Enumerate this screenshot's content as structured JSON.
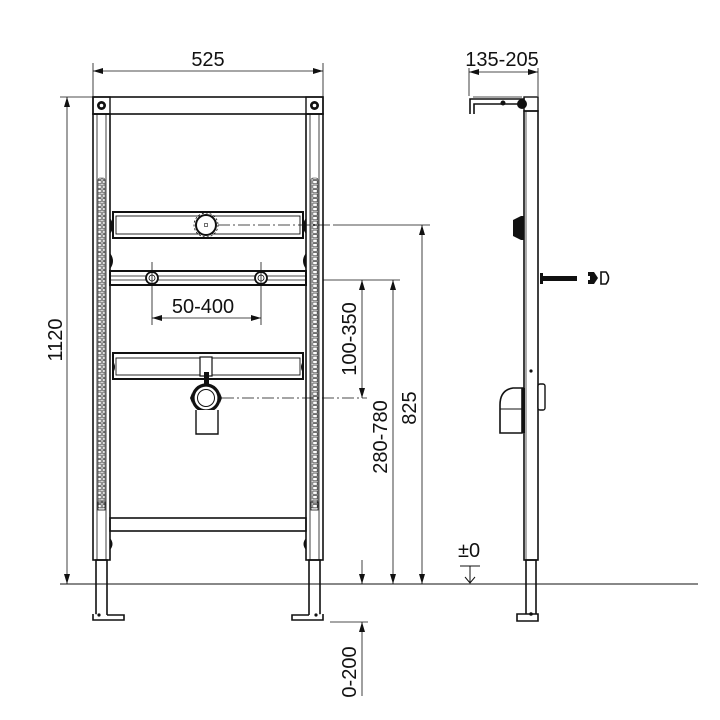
{
  "drawing": {
    "type": "urinal installation frame technical drawing",
    "units": "mm",
    "line_color": "#111111",
    "background": "#ffffff"
  },
  "front_view": {
    "width_dim": "525",
    "height_dim": "1120",
    "fixing_spacing_dim": "50-400",
    "inlet_to_outlet_dim": "100-350",
    "outlet_height_dim": "280-780",
    "inlet_height_dim": "825",
    "leg_adjust_dim": "0-200"
  },
  "side_view": {
    "depth_dim": "135-205",
    "floor_level_label": "±0"
  }
}
